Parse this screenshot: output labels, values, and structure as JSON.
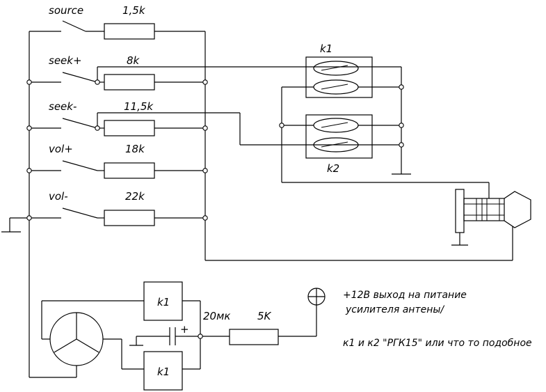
{
  "switches": [
    {
      "label": "source",
      "resistor": "1,5k"
    },
    {
      "label": "seek+",
      "resistor": "8k"
    },
    {
      "label": "seek-",
      "resistor": "11,5k"
    },
    {
      "label": "vol+",
      "resistor": "18k"
    },
    {
      "label": "vol-",
      "resistor": "22k"
    }
  ],
  "relays": {
    "k1": "k1",
    "k2": "k2"
  },
  "lower": {
    "relay_a": "k1",
    "relay_b": "k1",
    "capacitor": "20мк",
    "cap_plus": "+",
    "resistor": "5K"
  },
  "notes": {
    "line1": "+12В выход на питание",
    "line2": "усилителя антены/",
    "line3": "к1 и к2 \"РГК15\" или что то подобное"
  }
}
